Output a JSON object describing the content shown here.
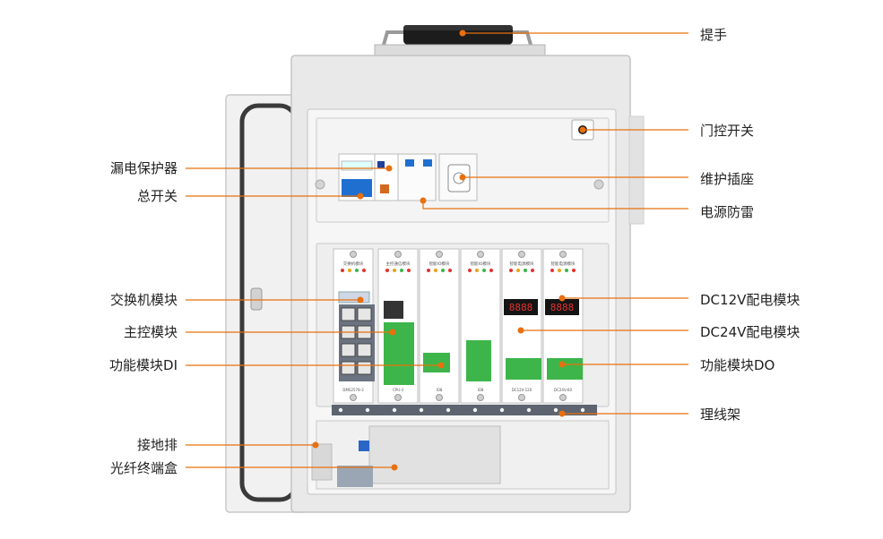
{
  "colors": {
    "leader_line": "#e8700f",
    "leader_dot": "#e8700f",
    "cabinet_body": "#e9e9e9",
    "cabinet_inner": "#f4f4f4",
    "breaker_blue": "#1e6fd0",
    "terminal_green": "#3db54a",
    "display_bg": "#141414",
    "display_digit": "#e5322e"
  },
  "labels": {
    "handle": "提手",
    "door_switch": "门控开关",
    "leakage_protector": "漏电保护器",
    "maintenance_socket": "维护插座",
    "main_switch": "总开关",
    "surge_protection": "电源防雷",
    "switch_module": "交换机模块",
    "dc12v_module": "DC12V配电模块",
    "main_control_module": "主控模块",
    "dc24v_module": "DC24V配电模块",
    "function_module_di": "功能模块DI",
    "function_module_do": "功能模块DO",
    "cable_rack": "理线架",
    "grounding_bar": "接地排",
    "fiber_terminal_box": "光纤终端盒"
  },
  "modules": [
    {
      "title": "交换机模块",
      "footer": "DMS2578-3"
    },
    {
      "title": "主控通信模块",
      "footer": "CPU-3"
    },
    {
      "title": "智能IO模块",
      "footer": "IO8"
    },
    {
      "title": "智能IO模块",
      "footer": "IO8"
    },
    {
      "title": "智能电源模块",
      "footer": "DC12V-120"
    },
    {
      "title": "智能电源模块",
      "footer": "DC24V-60"
    }
  ],
  "displays": {
    "dc12v": "8888",
    "dc24v": "8888"
  }
}
